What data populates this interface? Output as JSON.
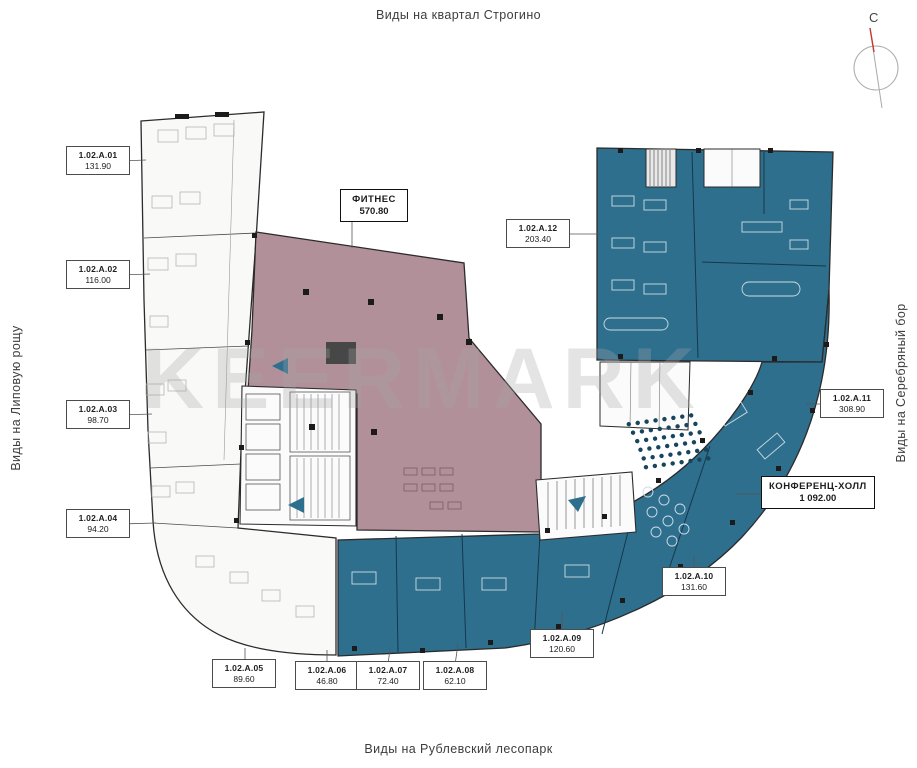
{
  "compass": {
    "label": "С"
  },
  "views": {
    "top": "Виды на квартал Строгино",
    "bottom": "Виды на Рублевский лесопарк",
    "left": "Виды на Липовую рощу",
    "right": "Виды на Серебряный бор"
  },
  "watermark": "KEERMARK",
  "colors": {
    "office_teal": "#2f6f8e",
    "office_teal_dark": "#16455c",
    "fitness_mauve": "#b2909a",
    "walls": "#2b2b2b",
    "room_fill": "#f9f9f8"
  },
  "units": [
    {
      "id": "1.02.А.01",
      "area": "131.90"
    },
    {
      "id": "1.02.А.02",
      "area": "116.00"
    },
    {
      "id": "1.02.А.03",
      "area": "98.70"
    },
    {
      "id": "1.02.А.04",
      "area": "94.20"
    },
    {
      "id": "1.02.А.05",
      "area": "89.60"
    },
    {
      "id": "1.02.А.06",
      "area": "46.80"
    },
    {
      "id": "1.02.А.07",
      "area": "72.40"
    },
    {
      "id": "1.02.А.08",
      "area": "62.10"
    },
    {
      "id": "1.02.А.09",
      "area": "120.60"
    },
    {
      "id": "1.02.А.10",
      "area": "131.60"
    },
    {
      "id": "1.02.А.11",
      "area": "308.90"
    },
    {
      "id": "1.02.А.12",
      "area": "203.40"
    }
  ],
  "zones": [
    {
      "id": "ФИТНЕС",
      "area": "570.80"
    },
    {
      "id": "КОНФЕРЕНЦ-ХОЛЛ",
      "area": "1 092.00"
    }
  ]
}
